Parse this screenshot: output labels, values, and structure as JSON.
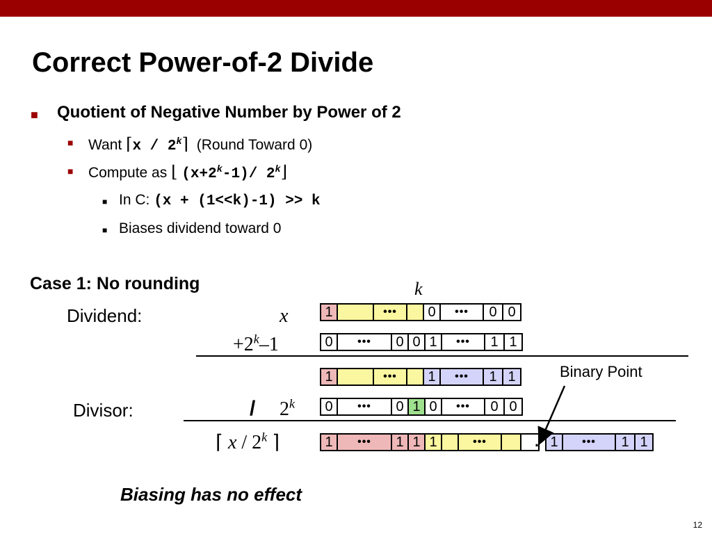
{
  "title": "Correct Power-of-2 Divide",
  "bullets": {
    "l1": "Quotient of Negative Number by Power of 2",
    "want": {
      "lead": "Want",
      "ceil_l": "⌈",
      "code": "x / 2",
      "exp": "k",
      "ceil_r": "⌉",
      "trail": "(Round Toward 0)"
    },
    "compute": {
      "lead": "Compute as",
      "floor_l": "⌊",
      "code_a": "(x+2",
      "exp": "k",
      "code_b": "-1)/ 2",
      "exp2": "k",
      "floor_r": "⌋"
    },
    "inc": {
      "lead": "In C:",
      "code": "(x + (1<<k)-1) >> k"
    },
    "biases": "Biases dividend toward 0"
  },
  "case_title": "Case 1: No rounding",
  "k_label": "k",
  "dividend_label": "Dividend:",
  "x_label": "x",
  "plus_label": {
    "a": "+2",
    "exp": "k",
    "b": "–1"
  },
  "divisor_label": "Divisor:",
  "slash": "/",
  "two_label": {
    "a": "2",
    "exp": "k"
  },
  "ceil_result": {
    "l": "⌈",
    "x": "x",
    "mid": " / 2",
    "exp": "k",
    "r": "⌉"
  },
  "binary_point_label": "Binary Point",
  "binary_point_dot": ".",
  "rows": {
    "x": [
      {
        "t": "1",
        "c": "pink"
      },
      {
        "t": "",
        "c": "yellow"
      },
      {
        "t": "•••",
        "c": "yellow"
      },
      {
        "t": "",
        "c": "yellow"
      },
      {
        "t": "0",
        "c": "white"
      },
      {
        "t": "•••",
        "c": "white"
      },
      {
        "t": "0",
        "c": "white"
      },
      {
        "t": "0",
        "c": "white"
      }
    ],
    "bias": [
      {
        "t": "0",
        "c": "white"
      },
      {
        "t": "•••",
        "c": "white"
      },
      {
        "t": "0",
        "c": "white"
      },
      {
        "t": "0",
        "c": "white"
      },
      {
        "t": "1",
        "c": "white"
      },
      {
        "t": "•••",
        "c": "white"
      },
      {
        "t": "1",
        "c": "white"
      },
      {
        "t": "1",
        "c": "white"
      }
    ],
    "sum": [
      {
        "t": "1",
        "c": "pink"
      },
      {
        "t": "",
        "c": "yellow"
      },
      {
        "t": "•••",
        "c": "yellow"
      },
      {
        "t": "",
        "c": "yellow"
      },
      {
        "t": "1",
        "c": "blue"
      },
      {
        "t": "•••",
        "c": "blue"
      },
      {
        "t": "1",
        "c": "blue"
      },
      {
        "t": "1",
        "c": "blue"
      }
    ],
    "div": [
      {
        "t": "0",
        "c": "white"
      },
      {
        "t": "•••",
        "c": "white"
      },
      {
        "t": "0",
        "c": "white"
      },
      {
        "t": "1",
        "c": "green"
      },
      {
        "t": "0",
        "c": "white"
      },
      {
        "t": "•••",
        "c": "white"
      },
      {
        "t": "0",
        "c": "white"
      },
      {
        "t": "0",
        "c": "white"
      }
    ],
    "res": [
      {
        "t": "1",
        "c": "pink"
      },
      {
        "t": "•••",
        "c": "pink"
      },
      {
        "t": "1",
        "c": "pink"
      },
      {
        "t": "1",
        "c": "pink"
      },
      {
        "t": "1",
        "c": "yellow"
      },
      {
        "t": "",
        "c": "yellow"
      },
      {
        "t": "•••",
        "c": "yellow"
      },
      {
        "t": "",
        "c": "yellow"
      },
      {
        "t": "",
        "c": "white"
      }
    ],
    "frac": [
      {
        "t": "1",
        "c": "blue"
      },
      {
        "t": "•••",
        "c": "blue"
      },
      {
        "t": "1",
        "c": "blue"
      },
      {
        "t": "1",
        "c": "blue"
      }
    ]
  },
  "caption": "Biasing has no effect",
  "page_number": "12",
  "colors": {
    "brand": "#9b0000",
    "pink": "#efb8b8",
    "yellow": "#fbf6a0",
    "blue": "#d4d4fa",
    "green": "#9fe08f"
  }
}
